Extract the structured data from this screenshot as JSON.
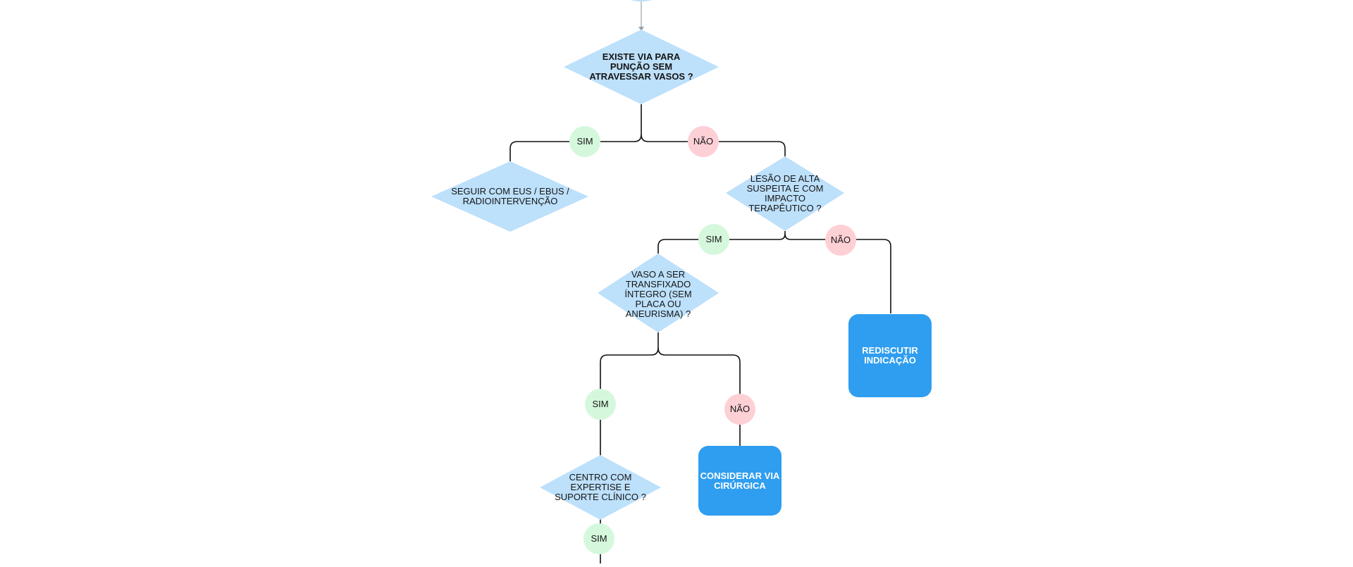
{
  "colors": {
    "decision_fill": "#bde0fb",
    "yes_badge": "#d5f8dc",
    "no_badge": "#fdd0d6",
    "action_box": "#2f9ef0",
    "connector": "#111111"
  },
  "nodes": {
    "q1": "EXISTE VIA PARA\nPUNÇÃO SEM\nATRAVESSAR VASOS ?",
    "a1": "SEGUIR COM EUS / EBUS /\nRADIOINTERVENÇÃO",
    "q2": "LESÃO DE ALTA\nSUSPEITA E COM\nIMPACTO\nTERAPÊUTICO ?",
    "a2": "REDISCUTIR\nINDICAÇÃO",
    "q3": "VASO A SER\nTRANSFIXADO\nÍNTEGRO (SEM\nPLACA OU\nANEURISMA) ?",
    "a3": "CONSIDERAR VIA\nCIRÚRGICA",
    "q4": "CENTRO COM\nEXPERTISE E\nSUPORTE CLÍNICO ?"
  },
  "badges": {
    "yes": "SIM",
    "no": "NÃO"
  }
}
